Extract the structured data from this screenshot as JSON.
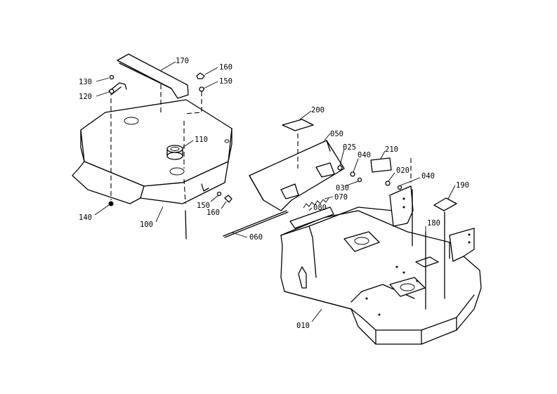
{
  "diagram": {
    "type": "exploded-parts-view",
    "parts": [
      {
        "id": "p010",
        "number": "010"
      },
      {
        "id": "p020",
        "number": "020"
      },
      {
        "id": "p025",
        "number": "025"
      },
      {
        "id": "p030",
        "number": "030"
      },
      {
        "id": "p040a",
        "number": "040"
      },
      {
        "id": "p040b",
        "number": "040"
      },
      {
        "id": "p050",
        "number": "050"
      },
      {
        "id": "p060",
        "number": "060"
      },
      {
        "id": "p070",
        "number": "070"
      },
      {
        "id": "p080",
        "number": "080"
      },
      {
        "id": "p100",
        "number": "100"
      },
      {
        "id": "p110",
        "number": "110"
      },
      {
        "id": "p120",
        "number": "120"
      },
      {
        "id": "p130",
        "number": "130"
      },
      {
        "id": "p140",
        "number": "140"
      },
      {
        "id": "p150a",
        "number": "150"
      },
      {
        "id": "p150b",
        "number": "150"
      },
      {
        "id": "p160a",
        "number": "160"
      },
      {
        "id": "p160b",
        "number": "160"
      },
      {
        "id": "p170",
        "number": "170"
      },
      {
        "id": "p180",
        "number": "180"
      },
      {
        "id": "p190",
        "number": "190"
      },
      {
        "id": "p200",
        "number": "200"
      },
      {
        "id": "p210",
        "number": "210"
      }
    ]
  }
}
